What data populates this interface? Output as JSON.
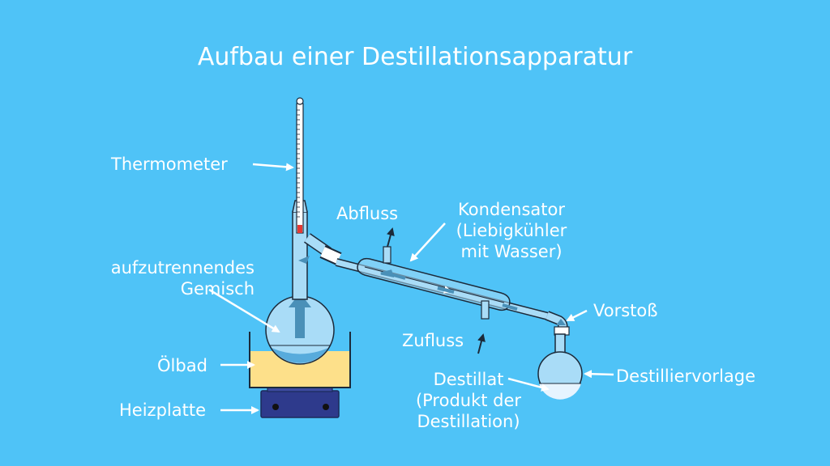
{
  "title": "Aufbau einer Destillationsapparatur",
  "labels": {
    "thermometer": "Thermometer",
    "abfluss": "Abfluss",
    "kondensator": "Kondensator\n(Liebigkühler\nmit Wasser)",
    "gemisch": "aufzutrennendes\nGemisch",
    "vorstoss": "Vorstoß",
    "oelbad": "Ölbad",
    "zufluss": "Zufluss",
    "destillat": "Destillat\n(Produkt der\nDestillation)",
    "destilliervorlage": "Destilliervorlage",
    "heizplatte": "Heizplatte"
  },
  "colors": {
    "background": "#4fc3f7",
    "oil": "#fde08a",
    "heater": "#2e3a8c",
    "mercury": "#e53935",
    "arrow": "#4a90b8"
  }
}
